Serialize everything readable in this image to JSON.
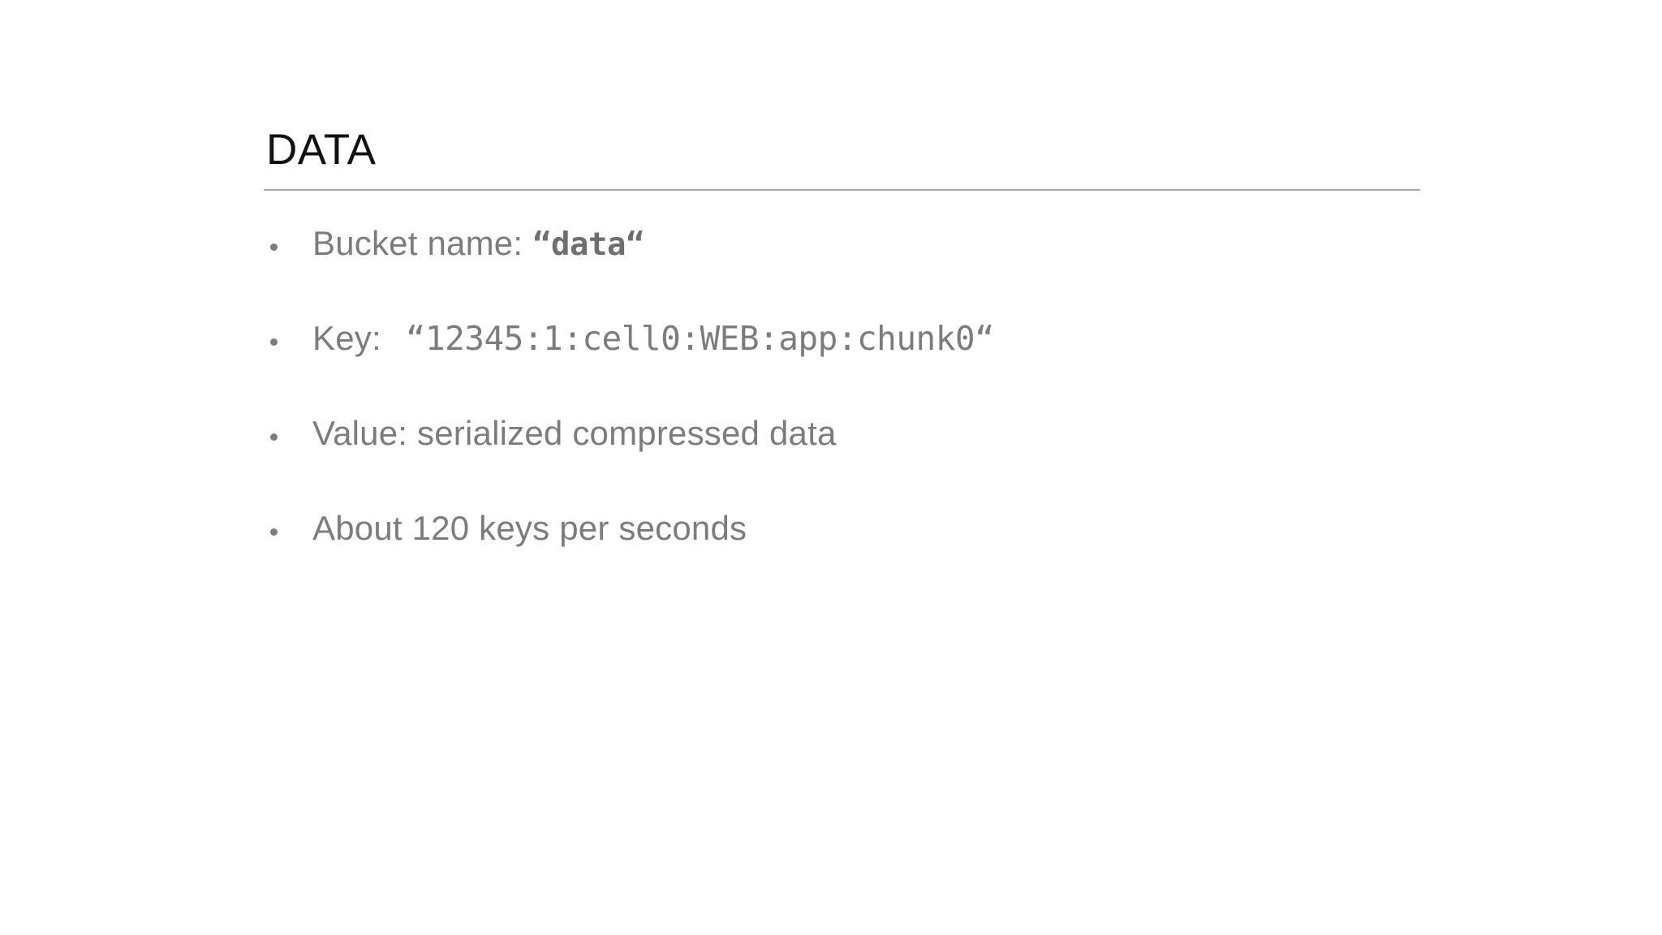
{
  "slide": {
    "title": "DATA",
    "bullets": [
      {
        "id": "bucket-name",
        "label": "Bucket name: ",
        "code": "“data“",
        "code_style": "mono-bold",
        "extra_gap": false
      },
      {
        "id": "key",
        "label": "Key: ",
        "code": "“12345:1:cell0:WEB:app:chunk0“",
        "code_style": "mono-wide",
        "extra_gap": true
      },
      {
        "id": "value",
        "label": "Value: serialized compressed data",
        "code": "",
        "code_style": "mono",
        "extra_gap": false
      },
      {
        "id": "throughput",
        "label": "About 120 keys per seconds",
        "code": "",
        "code_style": "mono",
        "extra_gap": false
      }
    ]
  },
  "theme": {
    "background": "#ffffff",
    "title_color": "#111111",
    "body_color": "#7c7c7c",
    "rule_color": "#a7a7a7",
    "bullet_color": "#7c7c7c"
  }
}
